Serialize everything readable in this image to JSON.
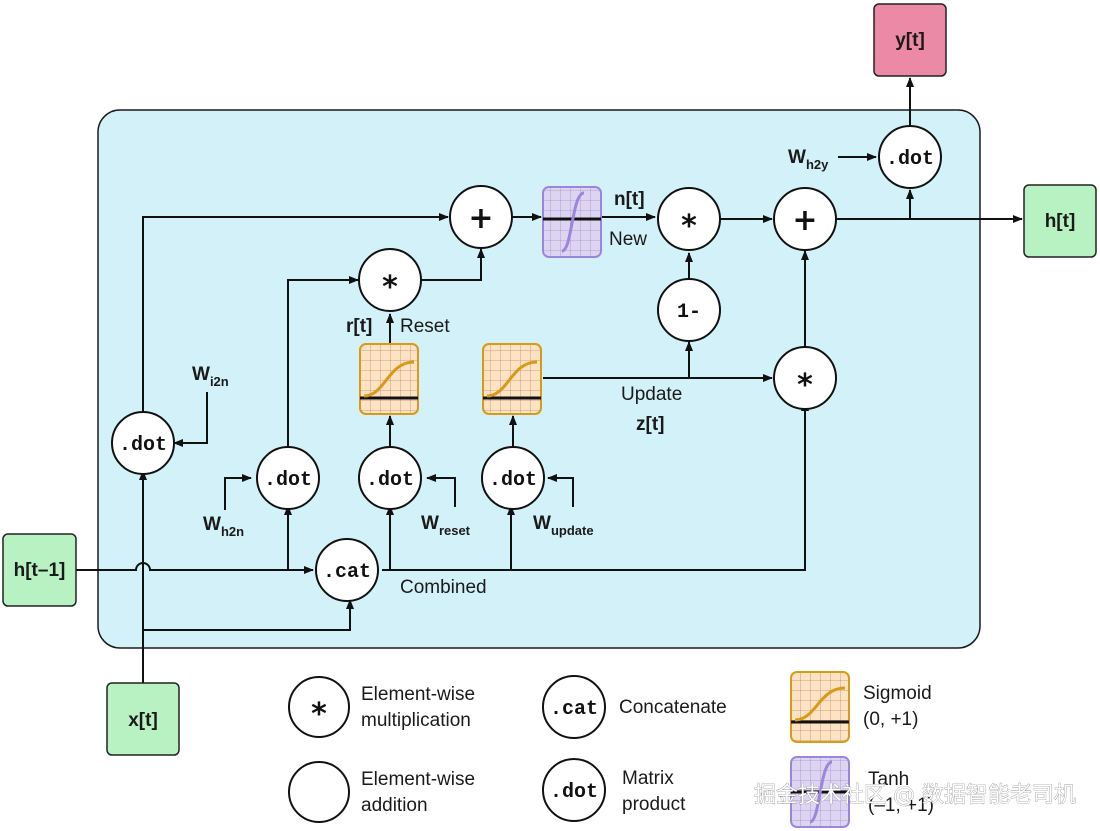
{
  "colors": {
    "cell_bg": "#d3f1f8",
    "io_green": "#b8f2c3",
    "output_pink": "#ec89a6",
    "sigmoid_fill": "#fde2c4",
    "sigmoid_stroke": "#d99a18",
    "tanh_fill": "#ddd4f2",
    "tanh_stroke": "#9b85dd"
  },
  "io": {
    "h_prev": "h[t–1]",
    "x_t": "x[t]",
    "h_t": "h[t]",
    "y_t": "y[t]"
  },
  "ops": {
    "dot": ".dot",
    "cat": ".cat",
    "one_minus": "1-",
    "mul": "*",
    "add": "+"
  },
  "labels": {
    "n_t": "n[t]",
    "new": "New",
    "r_t": "r[t]",
    "reset": "Reset",
    "update": "Update",
    "z_t": "z[t]",
    "combined": "Combined"
  },
  "weights": {
    "i2n": {
      "main": "W",
      "sub": "i2n"
    },
    "h2n": {
      "main": "W",
      "sub": "h2n"
    },
    "reset": {
      "main": "W",
      "sub": "reset"
    },
    "update": {
      "main": "W",
      "sub": "update"
    },
    "h2y": {
      "main": "W",
      "sub": "h2y"
    }
  },
  "legend": {
    "mul_line1": "Element-wise",
    "mul_line2": "multiplication",
    "add_line1": "Element-wise",
    "add_line2": "addition",
    "cat_label": "Concatenate",
    "dot_line1": "Matrix",
    "dot_line2": "product",
    "sigmoid_line1": "Sigmoid",
    "sigmoid_line2": "(0, +1)",
    "tanh_line1": "Tanh",
    "tanh_line2": "(–1, +1)"
  },
  "watermark": "掘金技术社区 @ 数据智能老司机"
}
